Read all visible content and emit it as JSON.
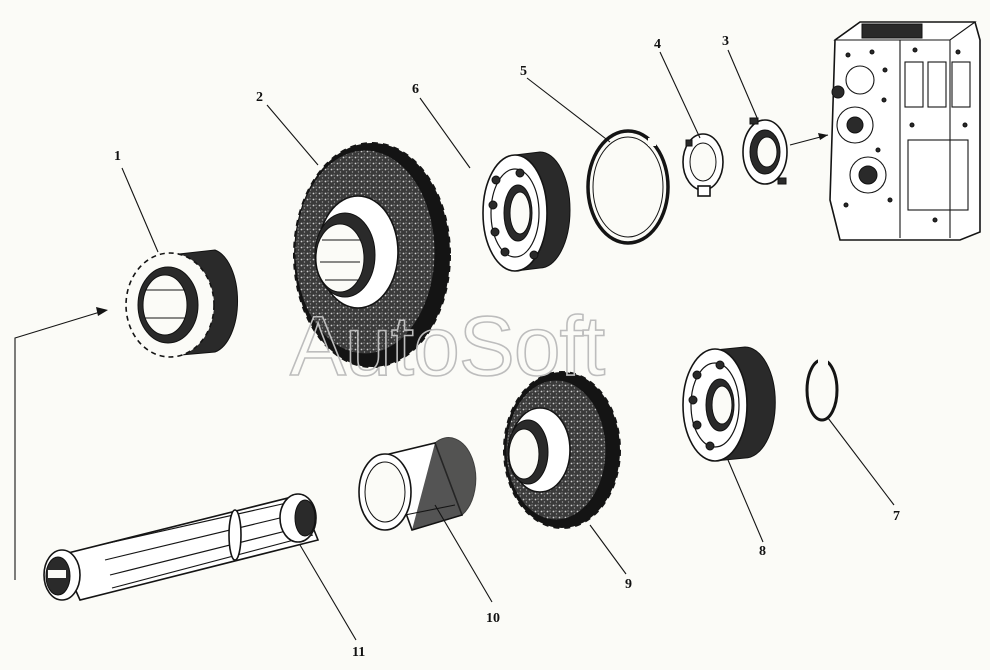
{
  "callouts": [
    {
      "id": "1",
      "text": "1"
    },
    {
      "id": "2",
      "text": "2"
    },
    {
      "id": "3",
      "text": "3"
    },
    {
      "id": "4",
      "text": "4"
    },
    {
      "id": "5",
      "text": "5"
    },
    {
      "id": "6",
      "text": "6"
    },
    {
      "id": "7",
      "text": "7"
    },
    {
      "id": "8",
      "text": "8"
    },
    {
      "id": "9",
      "text": "9"
    },
    {
      "id": "10",
      "text": "10"
    },
    {
      "id": "11",
      "text": "11"
    }
  ],
  "watermark": "AutoSoft",
  "colors": {
    "line": "#141414",
    "shade": "#2a2a2a",
    "background": "#fbfbf7",
    "watermark": "#bdbdbd"
  }
}
